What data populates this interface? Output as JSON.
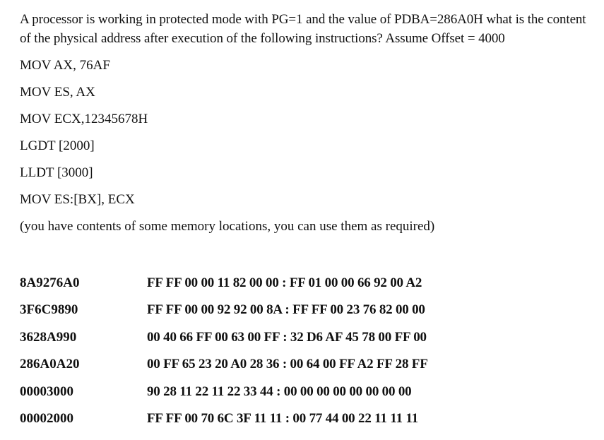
{
  "question": "A processor is working in protected mode with PG=1 and the value of PDBA=286A0H what is the content of the physical address after execution of the following instructions? Assume Offset = 4000",
  "instructions": [
    "MOV AX, 76AF",
    "MOV ES, AX",
    "MOV ECX,12345678H",
    "LGDT [2000]",
    "LLDT [3000]",
    "MOV ES:[BX], ECX"
  ],
  "note": "(you have contents of some memory locations, you can use them as required)",
  "memory": [
    {
      "address": "8A9276A0",
      "bytes": "FF FF 00 00 11 82 00 00 : FF 01 00 00 66 92 00 A2"
    },
    {
      "address": "3F6C9890",
      "bytes": "FF FF 00 00 92 92 00 8A : FF FF 00 23 76 82 00 00"
    },
    {
      "address": "3628A990",
      "bytes": "00 40 66 FF 00 63 00 FF : 32 D6 AF 45 78 00 FF 00"
    },
    {
      "address": "286A0A20",
      "bytes": "00 FF 65 23 20 A0 28 36 : 00 64 00 FF A2 FF 28 FF"
    },
    {
      "address": "00003000",
      "bytes": "90 28 11 22 11 22 33 44 : 00 00 00 00 00 00 00 00"
    },
    {
      "address": "00002000",
      "bytes": "FF FF 00 70 6C 3F 11 11 : 00 77 44 00 22 11 11 11"
    }
  ]
}
